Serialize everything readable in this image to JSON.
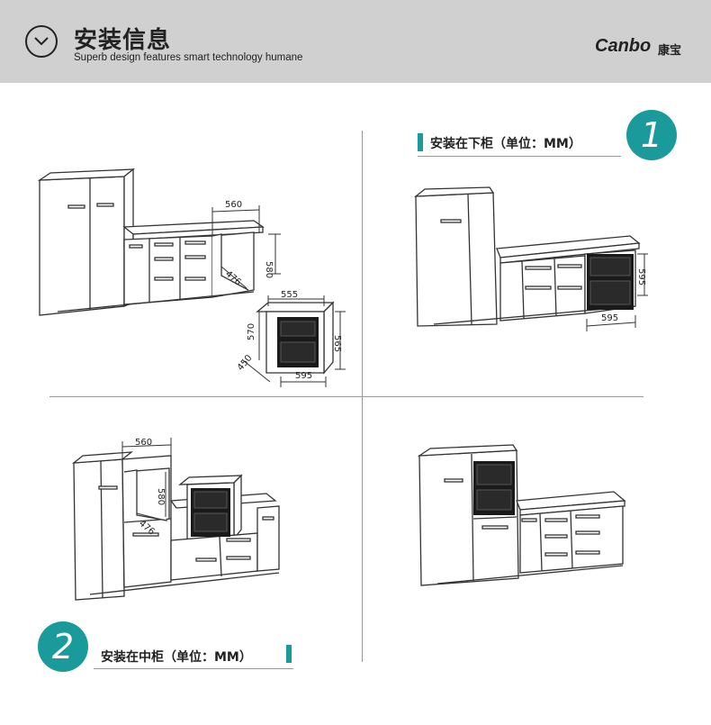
{
  "header": {
    "title": "安装信息",
    "subtitle": "Superb design features smart technology humane",
    "brand": "Canbo",
    "brand_cn": "康宝"
  },
  "section1": {
    "number": "1",
    "label": "安装在下柜（单位：MM）"
  },
  "section2": {
    "number": "2",
    "label": "安装在中柜（单位：MM）"
  },
  "dims": {
    "tl_cab_width": "560",
    "tl_cab_height": "580",
    "tl_cab_depth": "476",
    "tl_unit_top": "555",
    "tl_unit_left": "570",
    "tl_unit_right": "565",
    "tl_unit_depth": "450",
    "tl_unit_bottom": "595",
    "tr_height": "595",
    "tr_width": "595",
    "bl_width": "560",
    "bl_height": "580",
    "bl_depth": "476"
  },
  "colors": {
    "accent": "#1a9a9a",
    "header_bg": "#d0d0d0"
  }
}
